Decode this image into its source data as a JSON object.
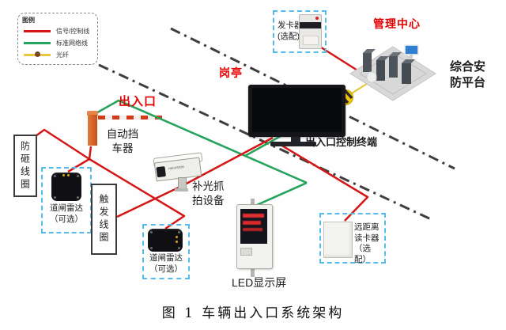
{
  "caption": "图 1 车辆出入口系统架构",
  "legend": {
    "title": "图例",
    "items": [
      {
        "label": "信号/控制线",
        "color": "#d41616",
        "style": "solid-line"
      },
      {
        "label": "标准网络线",
        "color": "#26a35c",
        "style": "solid-line"
      },
      {
        "label": "光纤",
        "color": "#e9c63b",
        "style": "line-with-node"
      }
    ]
  },
  "zones": {
    "management_center": "管理中心",
    "guard_booth": "岗亭",
    "entrance_exit": "出入口"
  },
  "nodes": {
    "card_dispenser": {
      "label": "发卡器\n(选配)"
    },
    "security_platform": {
      "label": "综合安\n防平台"
    },
    "control_terminal": {
      "label": "出入口控制终端"
    },
    "barrier_gate": {
      "label": "自动挡\n车器"
    },
    "anti_smash_loop": {
      "label": "防砸线圈"
    },
    "gate_radar_left": {
      "label": "道闸雷达\n（可选）"
    },
    "trigger_loop": {
      "label": "触发线圈"
    },
    "capture_camera": {
      "label": "补光抓\n拍设备",
      "brand": "HIKVISION"
    },
    "led_screen": {
      "label": "LED显示屏"
    },
    "long_range_reader": {
      "label": "远距离\n读卡器\n（选配）"
    },
    "gate_radar_right": {
      "label": "道闸雷达\n（可选）"
    }
  },
  "colors": {
    "signal_line": "#d41616",
    "network_line": "#26a35c",
    "fiber_line": "#e9c63b",
    "fiber_node": "#f3c50a",
    "zone_divider": "#3f3f3f",
    "device_dash_box": "#54bbea",
    "zone_label": "#e60000",
    "barrier_orange": "#d2561f"
  }
}
